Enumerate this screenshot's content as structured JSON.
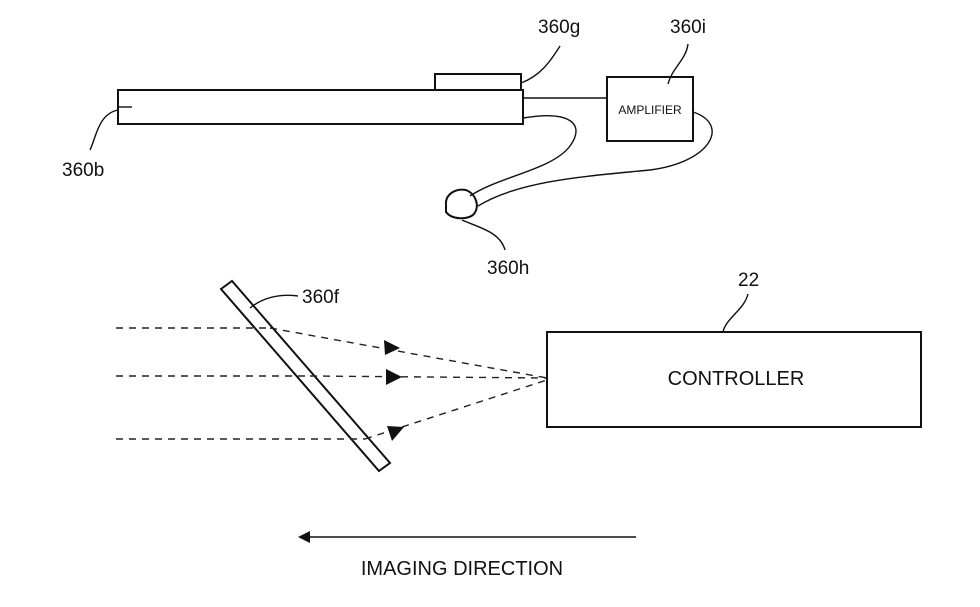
{
  "labels": {
    "ref_360b": "360b",
    "ref_360g": "360g",
    "ref_360i": "360i",
    "ref_360h": "360h",
    "ref_360f": "360f",
    "ref_22": "22",
    "amplifier": "AMPLIFIER",
    "controller": "CONTROLLER",
    "imaging_direction": "IMAGING DIRECTION"
  },
  "colors": {
    "line": "#111111",
    "background": "#ffffff"
  }
}
